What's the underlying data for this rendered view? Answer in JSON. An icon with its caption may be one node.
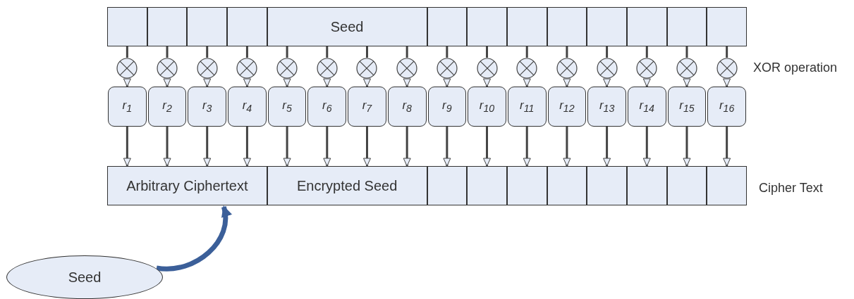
{
  "diagram": {
    "nodes": [
      {
        "text": [],
        "shape": "box"
      },
      {
        "text": [],
        "shape": "box"
      },
      {
        "text": [],
        "shape": "box"
      },
      {
        "text": [],
        "shape": "box"
      },
      {
        "text": [
          "Seed"
        ]
      },
      {
        "text": [],
        "shape": "box"
      },
      {
        "text": [],
        "shape": "box"
      },
      {
        "text": [],
        "shape": "box"
      },
      {
        "text": [],
        "shape": "box"
      },
      {
        "text": [],
        "shape": "box"
      },
      {
        "text": [],
        "shape": "box"
      },
      {
        "text": [],
        "shape": "box"
      },
      {
        "text": [],
        "shape": "box"
      },
      {
        "text": [],
        "shape": "circle"
      },
      {
        "text": [],
        "shape": "circle"
      },
      {
        "text": [],
        "shape": "circle"
      },
      {
        "text": [],
        "shape": "circle"
      },
      {
        "text": [],
        "shape": "circle"
      },
      {
        "text": [],
        "shape": "circle"
      },
      {
        "text": [],
        "shape": "circle"
      },
      {
        "text": [],
        "shape": "circle"
      },
      {
        "text": [],
        "shape": "circle"
      },
      {
        "text": [],
        "shape": "circle"
      },
      {
        "text": [],
        "shape": "circle"
      },
      {
        "text": [],
        "shape": "circle"
      },
      {
        "text": [],
        "shape": "circle"
      },
      {
        "text": [],
        "shape": "circle"
      },
      {
        "text": [],
        "shape": "circle"
      },
      {
        "text": [],
        "shape": "circle"
      },
      {
        "text": [
          "r$_{1}$"
        ]
      },
      {
        "text": [
          "r$_{2}$"
        ]
      },
      {
        "text": [
          "r$_{3}$"
        ]
      },
      {
        "text": [
          "r$_{4}$"
        ]
      },
      {
        "text": [
          "r$_{5}$"
        ]
      },
      {
        "text": [
          "r$_{6}$"
        ]
      },
      {
        "text": [
          "r$_{7}$"
        ]
      },
      {
        "text": [
          "r$_{8}$"
        ]
      },
      {
        "text": [
          "r$_{9}$"
        ]
      },
      {
        "text": [
          "r$_{10}$"
        ]
      },
      {
        "text": [
          "r$_{11}$"
        ]
      },
      {
        "text": [
          "r$_{12}$"
        ]
      },
      {
        "text": [
          "r$_{13}$"
        ]
      },
      {
        "text": [
          "r$_{14}$"
        ]
      },
      {
        "text": [
          "r$_{15}$"
        ]
      },
      {
        "text": [
          "r$_{16}$"
        ]
      },
      {
        "text": [
          "Arbitrary Ciphertext"
        ]
      },
      {
        "text": [
          "Encrypted Seed"
        ]
      },
      {
        "text": [],
        "shape": "box"
      },
      {
        "text": [],
        "shape": "box"
      },
      {
        "text": [],
        "shape": "box"
      },
      {
        "text": [],
        "shape": "box"
      },
      {
        "text": [],
        "shape": "box"
      },
      {
        "text": [],
        "shape": "box"
      },
      {
        "text": [],
        "shape": "box"
      },
      {
        "text": [],
        "shape": "box"
      },
      {
        "text": [
          "Seed"
        ]
      }
    ],
    "edges": [
      {
        "from": 0,
        "to": 13,
        "arrow": "none"
      },
      {
        "from": 1,
        "to": 14,
        "arrow": "none"
      },
      {
        "from": 2,
        "to": 15,
        "arrow": "none"
      },
      {
        "from": 3,
        "to": 16,
        "arrow": "none"
      },
      {
        "from": 4,
        "to": 17,
        "arrow": "none"
      },
      {
        "from": 4,
        "to": 18,
        "arrow": "none"
      },
      {
        "from": 4,
        "to": 19,
        "arrow": "none"
      },
      {
        "from": 4,
        "to": 20,
        "arrow": "none"
      },
      {
        "from": 5,
        "to": 21,
        "arrow": "none"
      },
      {
        "from": 6,
        "to": 22,
        "arrow": "none"
      },
      {
        "from": 7,
        "to": 23,
        "arrow": "none"
      },
      {
        "from": 8,
        "to": 24,
        "arrow": "none"
      },
      {
        "from": 9,
        "to": 25,
        "arrow": "none"
      },
      {
        "from": 10,
        "to": 26,
        "arrow": "none"
      },
      {
        "from": 11,
        "to": 27,
        "arrow": "none"
      },
      {
        "from": 12,
        "to": 28,
        "arrow": "none"
      },
      {
        "from": 13,
        "to": 29,
        "arrow": "to"
      },
      {
        "from": 14,
        "to": 30,
        "arrow": "to"
      },
      {
        "from": 15,
        "to": 31,
        "arrow": "to"
      },
      {
        "from": 16,
        "to": 32,
        "arrow": "to"
      },
      {
        "from": 17,
        "to": 33,
        "arrow": "to"
      },
      {
        "from": 18,
        "to": 34,
        "arrow": "to"
      },
      {
        "from": 19,
        "to": 35,
        "arrow": "to"
      },
      {
        "from": 20,
        "to": 36,
        "arrow": "to"
      },
      {
        "from": 21,
        "to": 37,
        "arrow": "to"
      },
      {
        "from": 22,
        "to": 38,
        "arrow": "to"
      },
      {
        "from": 23,
        "to": 39,
        "arrow": "to"
      },
      {
        "from": 24,
        "to": 40,
        "arrow": "to"
      },
      {
        "from": 25,
        "to": 41,
        "arrow": "to"
      },
      {
        "from": 26,
        "to": 42,
        "arrow": "to"
      },
      {
        "from": 27,
        "to": 43,
        "arrow": "to"
      },
      {
        "from": 28,
        "to": 44,
        "arrow": "to"
      },
      {
        "from": 29,
        "to": 45,
        "arrow": "to"
      },
      {
        "from": 30,
        "to": 45,
        "arrow": "to"
      },
      {
        "from": 31,
        "to": 45,
        "arrow": "to"
      },
      {
        "from": 32,
        "to": 45,
        "arrow": "to"
      },
      {
        "from": 33,
        "to": 46,
        "arrow": "to"
      },
      {
        "from": 34,
        "to": 46,
        "arrow": "to"
      },
      {
        "from": 35,
        "to": 46,
        "arrow": "to"
      },
      {
        "from": 36,
        "to": 46,
        "arrow": "to"
      },
      {
        "from": 37,
        "to": 47,
        "arrow": "to"
      },
      {
        "from": 38,
        "to": 48,
        "arrow": "to"
      },
      {
        "from": 39,
        "to": 49,
        "arrow": "to"
      },
      {
        "from": 40,
        "to": 50,
        "arrow": "to"
      },
      {
        "from": 41,
        "to": 51,
        "arrow": "to"
      },
      {
        "from": 42,
        "to": 52,
        "arrow": "to"
      },
      {
        "from": 43,
        "to": 53,
        "arrow": "to"
      },
      {
        "from": 44,
        "to": 54,
        "arrow": "to"
      },
      {
        "from": 55,
        "to": 45,
        "arrow": "to",
        "style": "thick",
        "color": "#3b5f99"
      }
    ],
    "labels": [
      "XOR operation",
      "Cipher Text"
    ]
  }
}
